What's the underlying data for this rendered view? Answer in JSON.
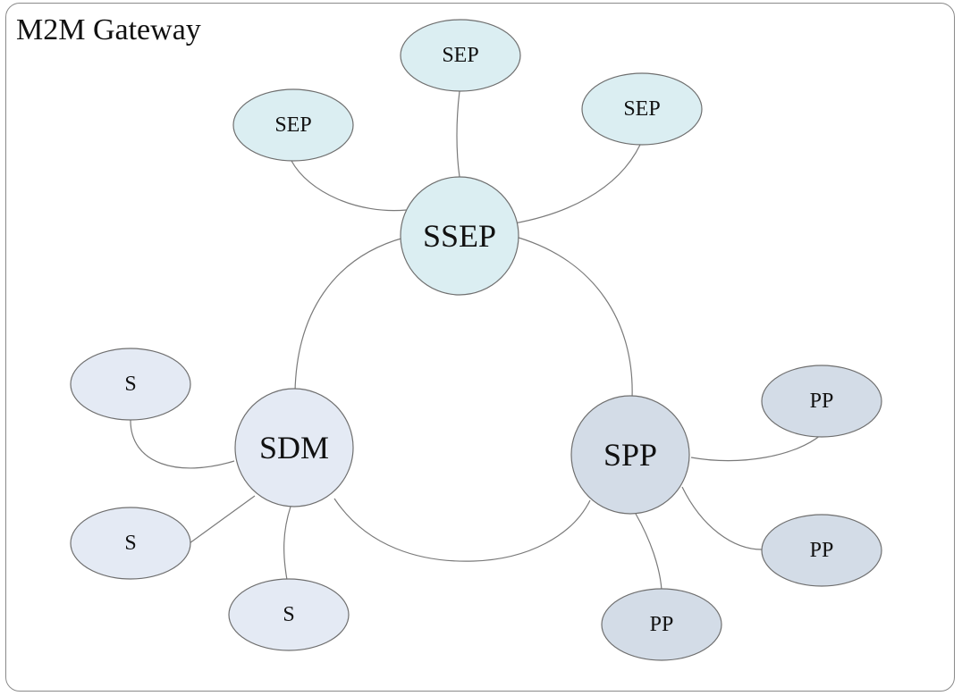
{
  "title": "M2M Gateway",
  "colors": {
    "ssep_fill": "#dbeef2",
    "sep_fill": "#dbeef2",
    "sdm_fill": "#e4eaf4",
    "s_fill": "#e4eaf4",
    "spp_fill": "#d3dce7",
    "pp_fill": "#d3dce7",
    "stroke": "#6f6f6f"
  },
  "nodes": {
    "ssep": "SSEP",
    "sdm": "SDM",
    "spp": "SPP",
    "sep_left": "SEP",
    "sep_top": "SEP",
    "sep_right": "SEP",
    "s_top": "S",
    "s_middle": "S",
    "s_bottom": "S",
    "pp_top": "PP",
    "pp_middle": "PP",
    "pp_bottom": "PP"
  }
}
